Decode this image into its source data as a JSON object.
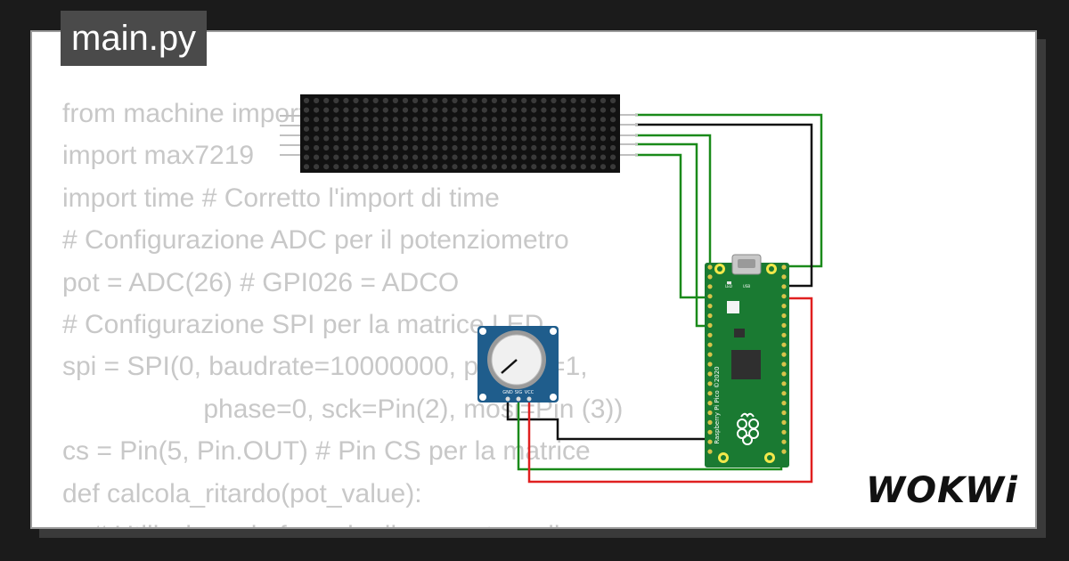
{
  "tab": {
    "filename": "main.py"
  },
  "code_lines": [
    "from machine import",
    "import max7219",
    "import time # Corretto l'import di time",
    "# Configurazione ADC per il potenziometro",
    "pot = ADC(26) # GPI026 = ADCO",
    "# Configurazione SPI per la matrice LED",
    "spi = SPI(0, baudrate=10000000, polarity=1,",
    "                   phase=0, sck=Pin(2), mosi=Pin (3))",
    "cs = Pin(5, Pin.OUT) # Pin CS per la matrice",
    "def calcola_ritardo(pot_value):",
    "    # Utilizziamo la formula di mappatura di"
  ],
  "pico": {
    "board_label": "Raspberry Pi Pico ©2020",
    "usb_label": "USB",
    "led_label": "LED"
  },
  "potentiometer": {
    "pin_labels": [
      "GND",
      "SIG",
      "VCC"
    ]
  },
  "brand": {
    "logo_text": "WOKWi"
  },
  "colors": {
    "background": "#1b1b1b",
    "card": "#ffffff",
    "tab": "#4a4a4a",
    "code_text": "#c8c8c8",
    "wire_green": "#1a8a1a",
    "wire_black": "#111111",
    "wire_red": "#e02020",
    "pico_green": "#1a7a32",
    "pot_blue": "#1f5d8c",
    "matrix_body": "#111111",
    "led_off": "#3a3a3a"
  }
}
